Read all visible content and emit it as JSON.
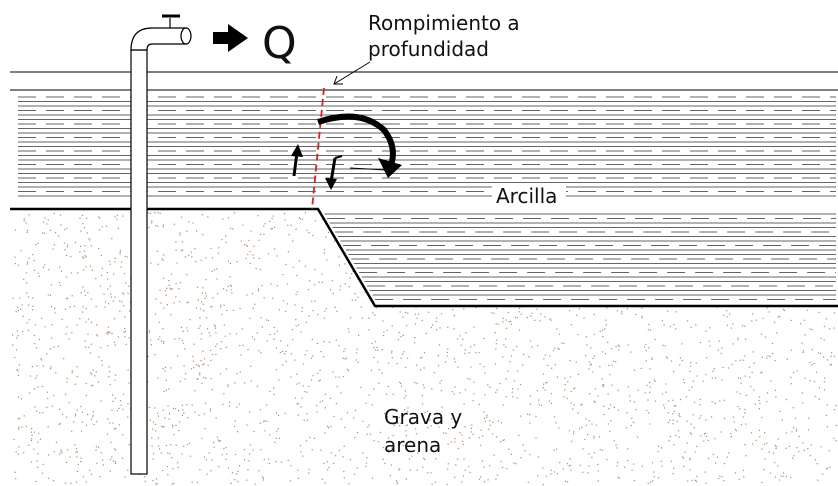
{
  "labels": {
    "flow": "Q",
    "rupture_line1": "Rompimiento a",
    "rupture_line2": "profundidad",
    "clay": "Arcilla",
    "gravel_line1": "Grava y",
    "gravel_line2": "arena"
  },
  "colors": {
    "line": "#000000",
    "hatch": "#333333",
    "failure_plane": "#e02020",
    "sand_speckle": "#b08a70"
  },
  "icons": {
    "faucet": "faucet-icon",
    "flow_arrow": "arrow-right-icon"
  }
}
